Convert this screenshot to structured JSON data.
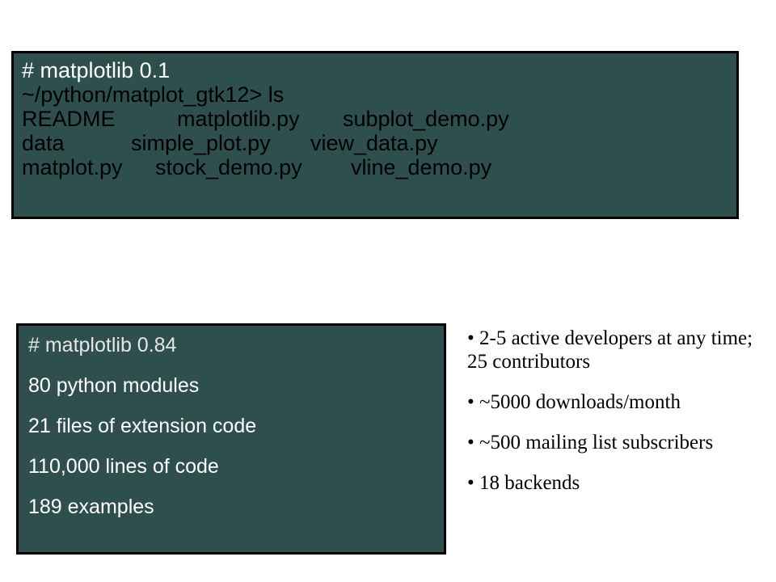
{
  "top_terminal": {
    "header": "# matplotlib 0.1",
    "command": "~/python/matplot_gtk12> ls",
    "listing": [
      [
        "README",
        "matplotlib.py",
        "subplot_demo.py"
      ],
      [
        "data",
        "simple_plot.py",
        "view_data.py"
      ],
      [
        "matplot.py",
        "stock_demo.py",
        "vline_demo.py"
      ]
    ]
  },
  "bottom_terminal": {
    "header": "# matplotlib 0.84",
    "lines": [
      "80 python modules",
      "21 files of extension code",
      "110,000 lines of code",
      "189 examples"
    ]
  },
  "bullets": [
    "2-5 active developers at any time; 25 contributors",
    "~5000 downloads/month",
    " ~500 mailing list subscribers",
    "18 backends"
  ],
  "bullet_glyph": "•",
  "colors": {
    "box_background": "#2f4f4f",
    "box_border": "#000000",
    "page_background": "#ffffff"
  }
}
